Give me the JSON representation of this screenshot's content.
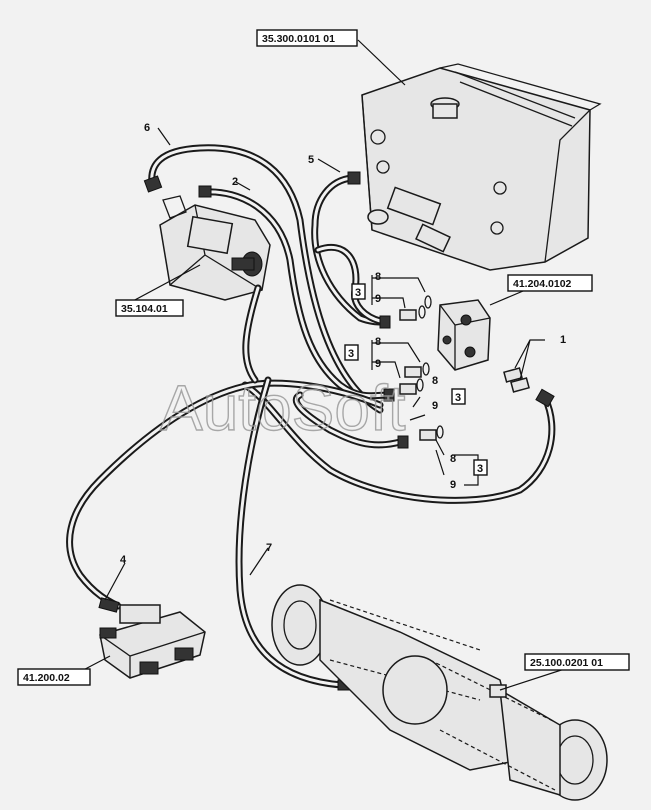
{
  "references": {
    "tank": "35.300.0101 01",
    "pump": "35.104.01",
    "valve": "41.204.0102",
    "brake_valve": "41.200.02",
    "axle": "25.100.0201 01"
  },
  "callouts": {
    "hose_1": "1",
    "hose_2": "2",
    "kit_3a": "3",
    "kit_3b": "3",
    "kit_3c": "3",
    "kit_3d": "3",
    "hose_4": "4",
    "hose_5": "5",
    "hose_6": "6",
    "hose_7": "7",
    "oring_8a": "8",
    "oring_8b": "8",
    "oring_8c": "8",
    "oring_8d": "8",
    "seal_9a": "9",
    "seal_9b": "9",
    "seal_9c": "9",
    "seal_9d": "9"
  },
  "watermark": "AutoSoft"
}
